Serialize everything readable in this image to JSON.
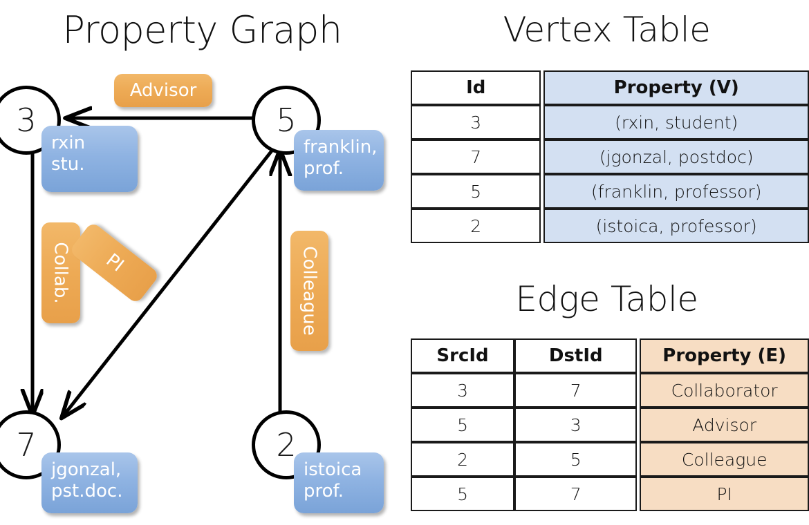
{
  "titles": {
    "property_graph": "Property Graph",
    "vertex_table": "Vertex Table",
    "edge_table": "Edge Table"
  },
  "colors": {
    "vertex_property_fill": "#d3e0f2",
    "edge_property_fill": "#f7ddc3",
    "node_property_box": "#8fb3e2",
    "edge_label_badge": "#edaa55",
    "border": "#1a1a1a",
    "background": "#ffffff"
  },
  "graph": {
    "nodes": [
      {
        "id": "3",
        "property_line1": "rxin",
        "property_line2": "stu."
      },
      {
        "id": "5",
        "property_line1": "franklin,",
        "property_line2": "prof."
      },
      {
        "id": "7",
        "property_line1": "jgonzal,",
        "property_line2": "pst.doc."
      },
      {
        "id": "2",
        "property_line1": "istoica",
        "property_line2": "prof."
      }
    ],
    "edge_labels": [
      {
        "name": "advisor",
        "text": "Advisor",
        "orientation": "horizontal"
      },
      {
        "name": "collab",
        "text": "Collab.",
        "orientation": "vertical"
      },
      {
        "name": "pi",
        "text": "PI",
        "orientation": "rotated"
      },
      {
        "name": "colleague",
        "text": "Colleague",
        "orientation": "vertical"
      }
    ],
    "edges": [
      {
        "src": "5",
        "dst": "3",
        "label": "Advisor"
      },
      {
        "src": "3",
        "dst": "7",
        "label": "Collab."
      },
      {
        "src": "5",
        "dst": "7",
        "label": "PI"
      },
      {
        "src": "2",
        "dst": "5",
        "label": "Colleague"
      }
    ]
  },
  "vertex_table": {
    "headers": [
      "Id",
      "Property (V)"
    ],
    "rows": [
      {
        "id": "3",
        "property": "(rxin, student)"
      },
      {
        "id": "7",
        "property": "(jgonzal, postdoc)"
      },
      {
        "id": "5",
        "property": "(franklin, professor)"
      },
      {
        "id": "2",
        "property": "(istoica, professor)"
      }
    ]
  },
  "edge_table": {
    "headers": [
      "SrcId",
      "DstId",
      "Property (E)"
    ],
    "rows": [
      {
        "src": "3",
        "dst": "7",
        "property": "Collaborator"
      },
      {
        "src": "5",
        "dst": "3",
        "property": "Advisor"
      },
      {
        "src": "2",
        "dst": "5",
        "property": "Colleague"
      },
      {
        "src": "5",
        "dst": "7",
        "property": "PI"
      }
    ]
  }
}
